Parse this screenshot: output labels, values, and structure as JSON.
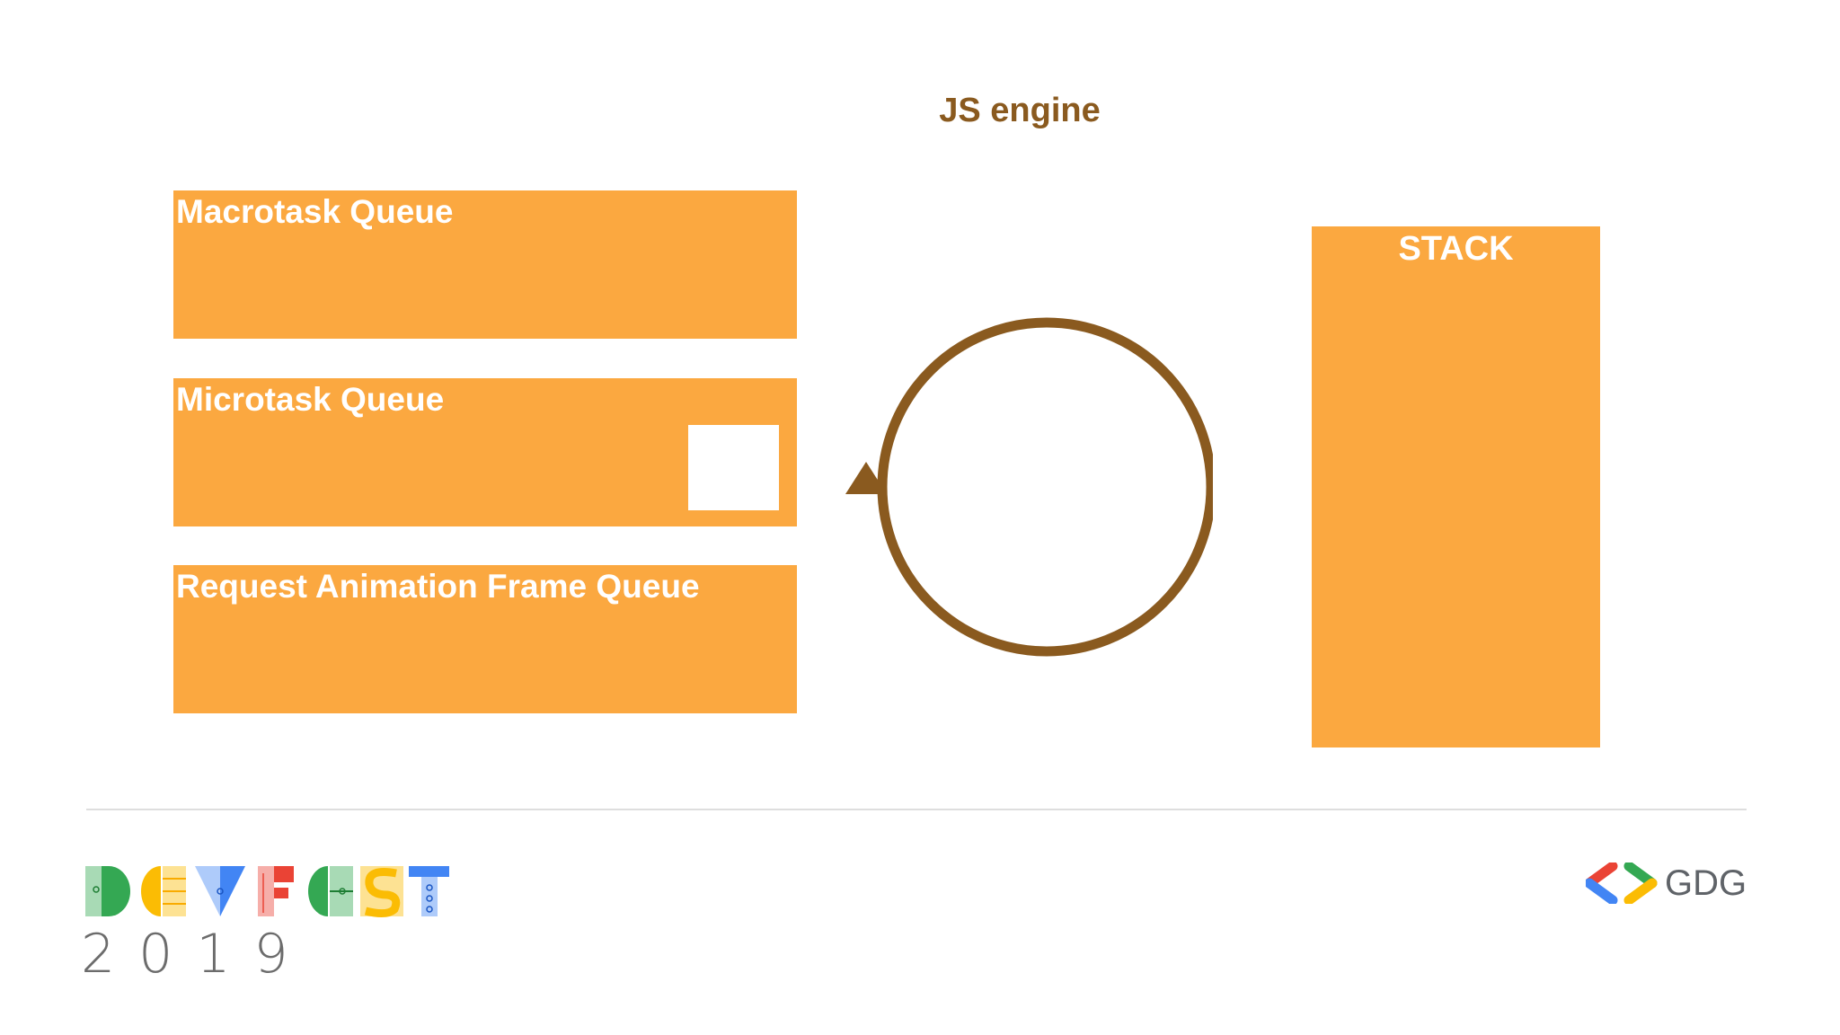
{
  "diagram": {
    "title": "JS engine",
    "queues": [
      {
        "label": "Macrotask Queue"
      },
      {
        "label": "Microtask Queue",
        "items": 1
      },
      {
        "label": "Request Animation Frame Queue"
      }
    ],
    "stack": {
      "label": "STACK"
    }
  },
  "footer": {
    "event_year": "2019",
    "organizer": "GDG"
  },
  "colors": {
    "queue_fill": "#fba840",
    "loop_stroke": "#8a5a1f",
    "title_text": "#8a5a1f"
  },
  "icons": [
    "event-loop-icon",
    "devfest-logo",
    "gdg-logo-icon"
  ]
}
